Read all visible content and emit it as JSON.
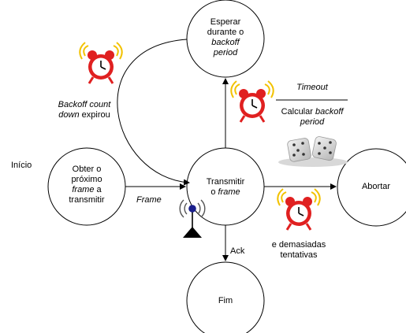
{
  "states": {
    "wait": {
      "line1": "Esperar",
      "line2": "durante o",
      "line3": "backoff",
      "line4": "period"
    },
    "obtain": {
      "line1": "Obter o",
      "line2": "próximo",
      "line3a": "frame",
      "line3b": " a",
      "line4": "transmitir"
    },
    "transmit": {
      "line1": "Transmitir",
      "line2a": "o ",
      "line2b": "frame"
    },
    "abort": {
      "label": "Abortar"
    },
    "end": {
      "label": "Fim"
    }
  },
  "labels": {
    "start": "Início",
    "frame_edge": "Frame",
    "backoff_a": "Backoff count",
    "backoff_b": "down",
    "backoff_c": " expirou",
    "timeout": "Timeout",
    "calc_a": "Calcular ",
    "calc_b": "backoff",
    "calc_c": "period",
    "ack": "Ack",
    "too_many_1": "e demasiadas",
    "too_many_2": "tentativas"
  },
  "icons": [
    "alarm-clock-icon",
    "dice-icon",
    "antenna-icon"
  ],
  "colors": {
    "clock_red": "#e02020",
    "clock_bell": "#f2c200",
    "antenna_dot": "#1a1f8c",
    "antenna_base": "#000000"
  }
}
